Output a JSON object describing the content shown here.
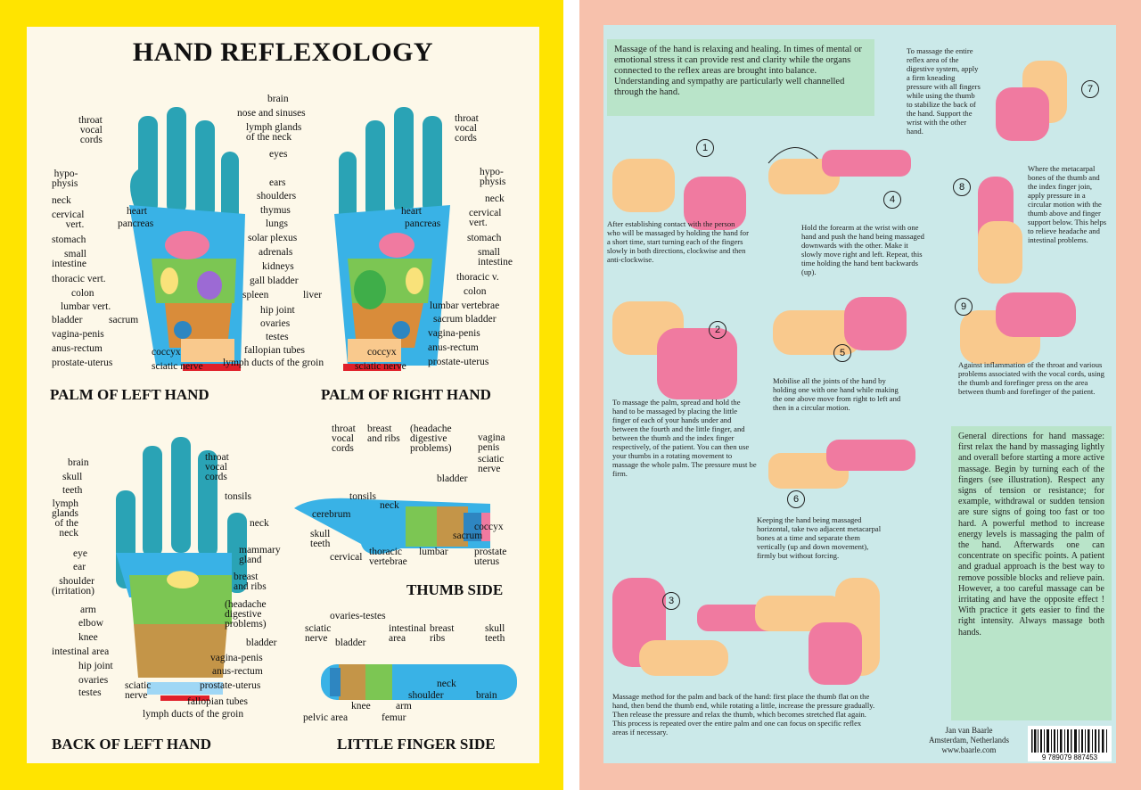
{
  "left": {
    "title": "HAND REFLEXOLOGY",
    "headings": {
      "palm_left": "PALM OF LEFT HAND",
      "palm_right": "PALM OF RIGHT HAND",
      "back_left": "BACK OF LEFT HAND",
      "little_finger": "LITTLE FINGER SIDE",
      "thumb_side": "THUMB SIDE"
    },
    "palm_labels_left": [
      "throat\nvocal\ncords",
      "hypo-\nphysis",
      "neck",
      "cervical\nvert.",
      "stomach",
      "small\nintestine",
      "thoracic vert.",
      "colon",
      "lumbar vert.",
      "bladder",
      "sacrum",
      "vagina-penis",
      "anus-rectum",
      "prostate-uterus",
      "coccyx",
      "sciatic nerve",
      "heart",
      "pancreas"
    ],
    "palm_labels_center": [
      "brain",
      "nose and sinuses",
      "lymph glands\nof the neck",
      "eyes",
      "ears",
      "shoulders",
      "thymus",
      "lungs",
      "solar plexus",
      "adrenals",
      "kidneys",
      "gall bladder",
      "spleen",
      "liver",
      "hip joint",
      "ovaries",
      "testes",
      "fallopian tubes",
      "lymph ducts of the groin"
    ],
    "palm_labels_right": [
      "throat\nvocal\ncords",
      "hypo-\nphysis",
      "neck",
      "cervical\nvert.",
      "stomach",
      "small\nintestine",
      "thoracic v.",
      "colon",
      "lumbar vertebrae",
      "sacrum bladder",
      "vagina-penis",
      "anus-rectum",
      "prostate-uterus",
      "coccyx",
      "sciatic nerve",
      "heart",
      "pancreas"
    ],
    "back_labels": [
      "brain",
      "skull",
      "teeth",
      "lymph\nglands\nof the\nneck",
      "eye",
      "ear",
      "shoulder\n(irritation)",
      "arm",
      "elbow",
      "knee",
      "intestinal area",
      "hip joint",
      "ovaries",
      "testes",
      "sciatic\nnerve",
      "fallopian tubes",
      "lymph ducts of the groin",
      "throat\nvocal\ncords",
      "tonsils",
      "neck",
      "mammary\ngland",
      "breast\nand ribs",
      "(headache\ndigestive\nproblems)",
      "bladder",
      "vagina-penis",
      "anus-rectum",
      "prostate-uterus"
    ],
    "thumb_labels": [
      "throat\nvocal\ncords",
      "breast\nand ribs",
      "(headache\ndigestive\nproblems)",
      "vagina\npenis",
      "sciatic\nnerve",
      "bladder",
      "tonsils",
      "neck",
      "cerebrum",
      "coccyx",
      "sacrum",
      "skull\nteeth",
      "cervical",
      "thoracic\nvertebrae",
      "lumbar",
      "prostate\nuterus"
    ],
    "little_labels": [
      "ovaries-testes",
      "sciatic\nnerve",
      "bladder",
      "intestinal\narea",
      "breast\nribs",
      "skull\nteeth",
      "neck",
      "shoulder",
      "brain",
      "knee",
      "arm",
      "femur",
      "pelvic area"
    ]
  },
  "right": {
    "intro": "Massage of the hand is relaxing and healing. In times of mental or emotional stress  it can provide rest and clarity while the organs connected to the reflex areas are brought into balance. Understanding and sympathy are particularly well channelled through the hand.",
    "steps": [
      {
        "num": "1",
        "text": "After establishing contact with the person who will be massaged by holding the hand for a short time, start turning each of the fingers slowly in both directions, clockwise and then anti-clockwise."
      },
      {
        "num": "2",
        "text": "To massage the palm, spread and hold the hand to be massaged by placing the little finger of each of your hands under and between the fourth and the little finger, and between the thumb and the index finger respectively, of the patient. You can then use your thumbs in a rotating movement to massage the whole palm. The pressure must be firm."
      },
      {
        "num": "3",
        "text": "Massage method for the palm and back of the hand: first place the thumb flat on the hand, then bend the thumb end, while rotating a little, increase the pressure gradually. Then release the pressure and relax the thumb, which becomes stretched flat again. This process is repeated over the entire palm and one can focus on specific reflex areas if necessary."
      },
      {
        "num": "4",
        "text": "Hold the forearm at the wrist with one hand and push the hand being massaged downwards with the other. Make it slowly move right and left. Repeat, this time holding the hand bent backwards (up)."
      },
      {
        "num": "5",
        "text": "Mobilise all the joints of the hand by holding one with one hand while making the one above move from right to left and then in a circular motion."
      },
      {
        "num": "6",
        "text": "Keeping the hand being massaged horizontal, take two adjacent metacarpal bones at a time and separate them vertically (up and down movement), firmly but without forcing."
      },
      {
        "num": "7",
        "text": "To massage the entire reflex area of the digestive system, apply a firm kneading pressure with all fingers while using the thumb to stabilize the back of the hand. Support the wrist with the other hand."
      },
      {
        "num": "8",
        "text": "Where the metacarpal bones of the thumb and the index finger join, apply pressure in a circular motion with the thumb above and finger support below. This helps to relieve headache and intestinal problems."
      },
      {
        "num": "9",
        "text": "Against inflammation of the throat and various problems  associated with the vocal cords,  using the thumb and forefinger press on the area between thumb and forefinger of the patient."
      }
    ],
    "general": "General directions for hand massage: first relax the hand by massaging lightly and overall before starting a more active massage. Begin by turning each of the fingers (see illustration). Respect any signs of tension or resistance; for example, withdrawal or sudden tension are sure signs of going too fast or too hard. A powerful  method to increase  energy levels is massaging the palm of the hand. Afterwards one can concentrate on specific points. A patient and gradual approach is the best way to remove possible blocks and relieve pain. However, a too careful massage can be irritating and have the opposite effect ! With practice it gets easier to find the right intensity. Always massage both hands.",
    "author": "Jan van Baarle\nAmsterdam, Netherlands\nwww.baarle.com",
    "barcode": "9 789079 887453"
  },
  "colors": {
    "frame_left": "#ffe400",
    "frame_right": "#f7c1ac",
    "teal": "#2aa3b5",
    "blue": "#39b2e6",
    "green": "#7cc653",
    "orange": "#f5a623",
    "pink": "#f07aa0",
    "skin": "#f9c98d"
  }
}
